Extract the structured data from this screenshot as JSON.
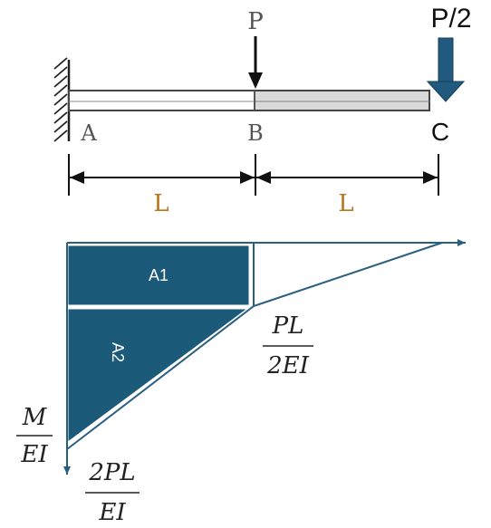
{
  "beam": {
    "load_p": "P",
    "load_p2": "P/2",
    "label_a": "A",
    "label_b": "B",
    "label_c": "C",
    "span_1": "L",
    "span_2": "L"
  },
  "mei_diagram": {
    "region_1": "A1",
    "region_2": "A2",
    "value_b_num": "PL",
    "value_b_den": "2EI",
    "axis_num": "M",
    "axis_den": "EI",
    "value_a_num": "2PL",
    "value_a_den": "EI",
    "fill_color": "#1c5a7a"
  }
}
